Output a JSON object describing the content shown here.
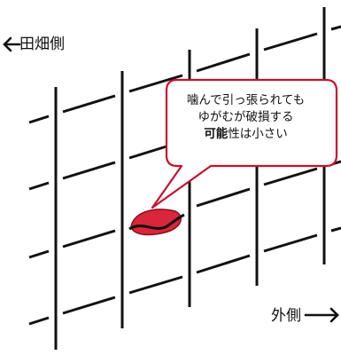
{
  "labels": {
    "inner_side": "田畑側",
    "outer_side": "外側"
  },
  "callout": {
    "line1": "噛んで引っ張られても",
    "line2": "ゆがむが破損する",
    "line3_bold": "可能",
    "line3_rest": "性は小さい"
  },
  "colors": {
    "line": "#111111",
    "bubble_border": "#c8102e",
    "damage_fill": "#d9263a",
    "arrow": "#111111"
  }
}
